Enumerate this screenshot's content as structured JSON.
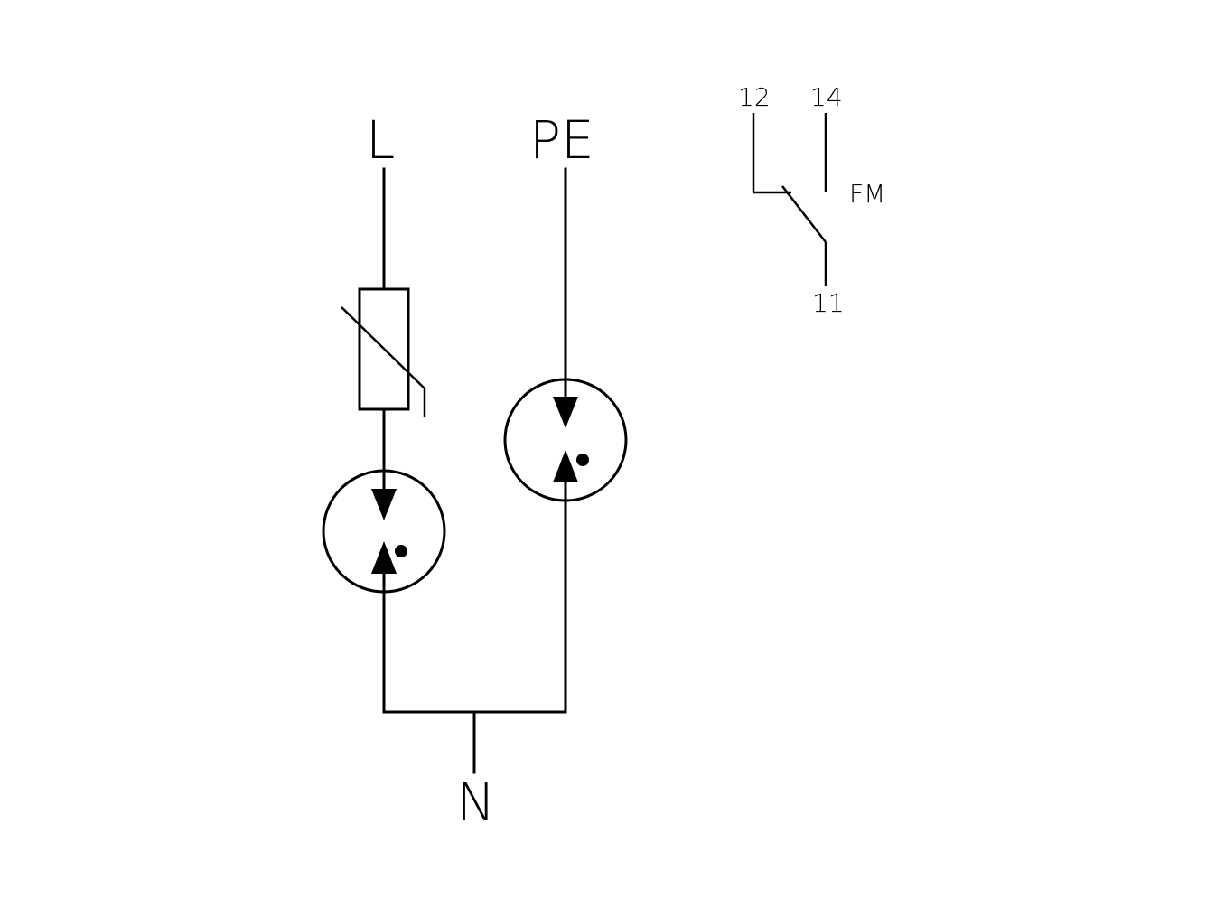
{
  "terminals": {
    "line": "L",
    "protective_earth": "PE",
    "neutral": "N"
  },
  "contact": {
    "pin_nc": "12",
    "pin_no": "14",
    "pin_common": "11",
    "tag": "FM"
  },
  "colors": {
    "ink": "#000000",
    "background": "#ffffff"
  }
}
